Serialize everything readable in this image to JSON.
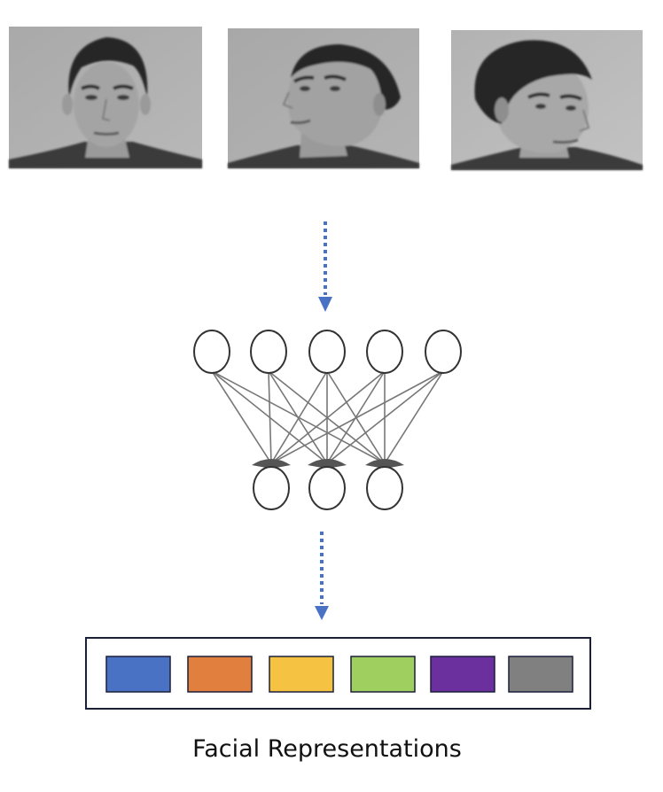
{
  "diagram": {
    "caption": "Facial Representations",
    "photos": [
      {
        "name": "face-front",
        "pose": "frontal"
      },
      {
        "name": "face-up-left",
        "pose": "looking up-left"
      },
      {
        "name": "face-down-right",
        "pose": "looking down-right"
      }
    ],
    "network": {
      "input_nodes": 5,
      "output_nodes": 3
    },
    "representation_colors": [
      "#4a72c4",
      "#e07f3e",
      "#f5c242",
      "#9fd05f",
      "#6b2f9e",
      "#808080"
    ],
    "arrow_color": "#4a72c4",
    "node_stroke": "#333333",
    "edge_color": "#777777",
    "box_border": "#1b1f3a"
  }
}
